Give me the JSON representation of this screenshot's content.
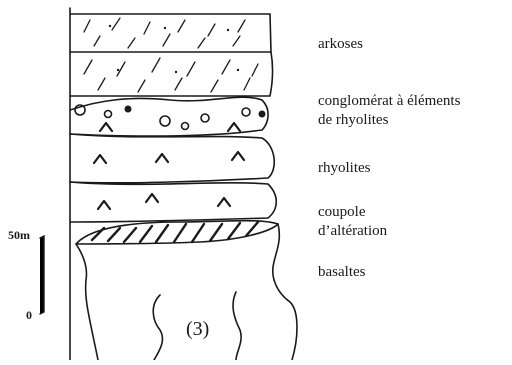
{
  "layers": [
    {
      "name": "arkoses",
      "label_lines": [
        "arkoses"
      ]
    },
    {
      "name": "conglomerate",
      "label_lines": [
        "conglomérat à éléments",
        "de rhyolites"
      ]
    },
    {
      "name": "rhyolites",
      "label_lines": [
        "rhyolites"
      ]
    },
    {
      "name": "weathering-dome",
      "label_lines": [
        "coupole",
        "d’altération"
      ]
    },
    {
      "name": "basalts",
      "label_lines": [
        "basaltes"
      ]
    }
  ],
  "scale": {
    "top_label": "50m",
    "bottom_label": "0"
  },
  "figure_number": "(3)",
  "colors": {
    "ink": "#1a1a1a",
    "background": "#ffffff"
  }
}
